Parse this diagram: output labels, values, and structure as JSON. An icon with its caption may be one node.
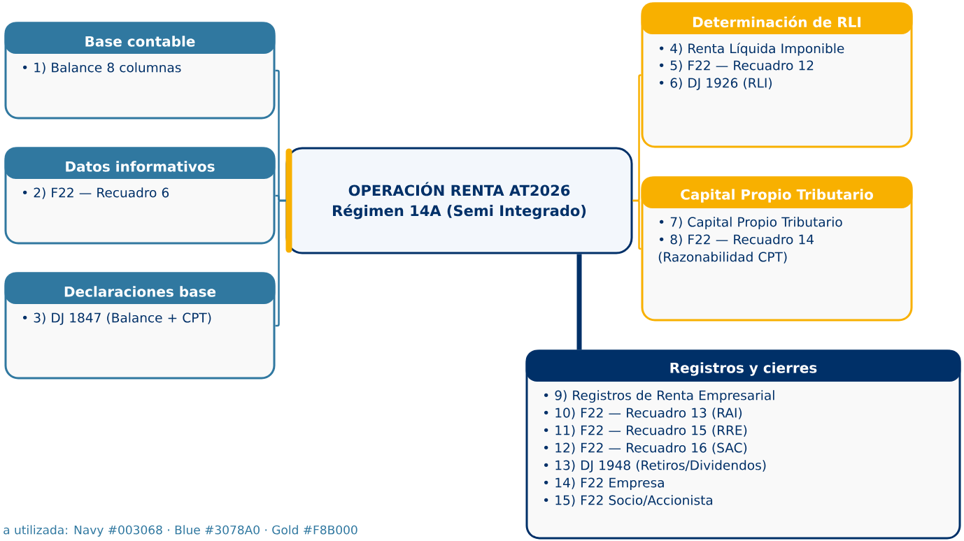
{
  "diagram": {
    "nodes": [
      {
        "text": [
          "OPERACIÓN RENTA AT2026",
          "Régimen 14A (Semi Integrado)"
        ]
      },
      {
        "text": [
          "Base contable",
          "• 1) Balance 8 columnas"
        ]
      },
      {
        "text": [
          "Datos informativos",
          "• 2) F22 — Recuadro 6"
        ]
      },
      {
        "text": [
          "Declaraciones base",
          "• 3) DJ 1847 (Balance + CPT)"
        ]
      },
      {
        "text": [
          "Determinación de RLI",
          "• 4) Renta Líquida Imponible",
          "• 5) F22 — Recuadro 12",
          "• 6) DJ 1926 (RLI)"
        ]
      },
      {
        "text": [
          "Capital Propio Tributario",
          "• 7) Capital Propio Tributario",
          "• 8) F22 — Recuadro 14 (Razonabilidad CPT)"
        ]
      },
      {
        "text": [
          "Registros y cierres",
          "• 9) Registros de Renta Empresarial",
          "• 10) F22 — Recuadro 13 (RAI)",
          "• 11) F22 — Recuadro 15 (RRE)",
          "• 12) F22 — Recuadro 16 (SAC)",
          "• 13) DJ 1948 (Retiros/Dividendos)",
          "• 14) F22 Empresa",
          "• 15) F22 Socio/Accionista"
        ]
      }
    ],
    "edges": [
      {
        "from": 0,
        "to": 1,
        "arrow": "none",
        "color": "#3078a0"
      },
      {
        "from": 0,
        "to": 2,
        "arrow": "none",
        "color": "#3078a0"
      },
      {
        "from": 0,
        "to": 3,
        "arrow": "none",
        "color": "#3078a0"
      },
      {
        "from": 0,
        "to": 4,
        "arrow": "none",
        "color": "#f8b000"
      },
      {
        "from": 0,
        "to": 5,
        "arrow": "none",
        "color": "#f8b000"
      },
      {
        "from": 0,
        "to": 6,
        "arrow": "none",
        "style": "thick",
        "color": "#003068"
      }
    ],
    "labels": [
      "a utilizada: Navy #003068 · Blue #3078A0 · Gold #F8B000"
    ]
  }
}
